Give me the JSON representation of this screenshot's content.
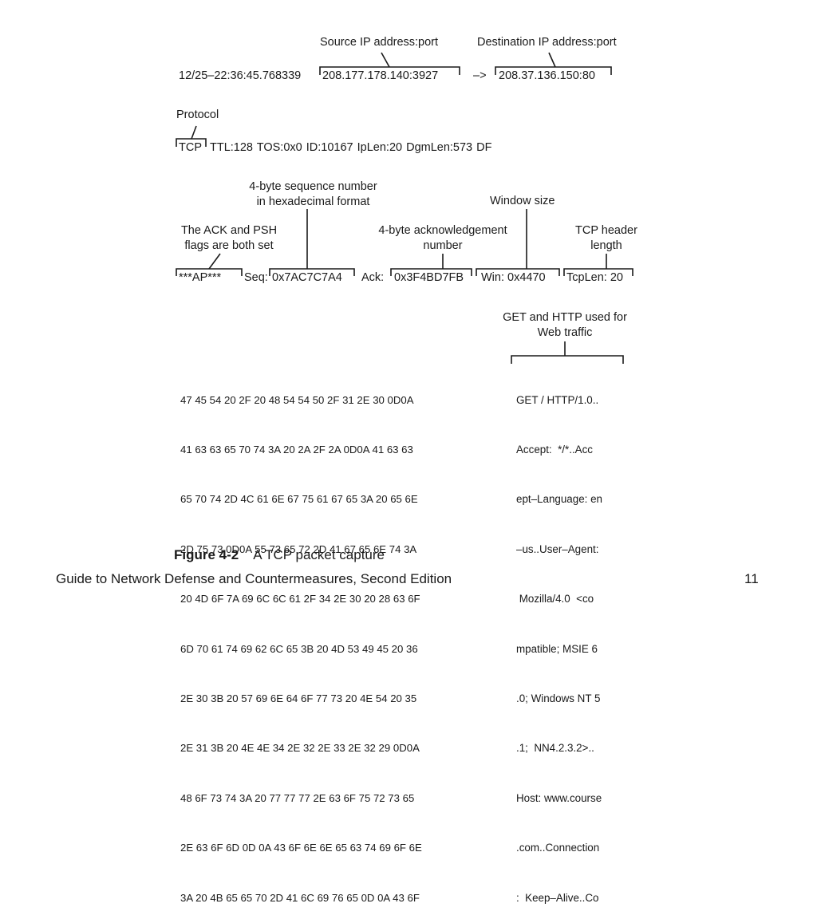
{
  "row1": {
    "label_source": "Source IP address:port",
    "label_destination": "Destination IP address:port",
    "timestamp": "12/25–22:36:45.768339",
    "source": "208.177.178.140:3927",
    "arrow": "–>",
    "destination": "208.37.136.150:80"
  },
  "row2": {
    "label_protocol": "Protocol",
    "protocol": "TCP",
    "fields": "TTL:128  TOS:0x0  ID:10167  IpLen:20  DgmLen:573  DF"
  },
  "row3": {
    "label_seq_1": "4-byte sequence number",
    "label_seq_2": "in hexadecimal format",
    "label_window": "Window size",
    "label_flags_1": "The ACK and PSH",
    "label_flags_2": "flags are both set",
    "label_ack_1": "4-byte acknowledgement",
    "label_ack_2": "number",
    "label_hdr_1": "TCP header",
    "label_hdr_2": "length",
    "flags": "***AP***",
    "seq_label": "Seq:",
    "seq": "0x7AC7C7A4",
    "ack_label": "Ack:",
    "ack": "0x3F4BD7FB",
    "win": "Win: 0x4470",
    "tcplen": "TcpLen: 20"
  },
  "payload": {
    "label_1": "GET and HTTP used for",
    "label_2": "Web traffic",
    "hex_lines": [
      "47 45 54 20 2F 20 48 54 54 50 2F 31 2E 30 0D0A",
      "41 63 63 65 70 74 3A 20 2A 2F 2A 0D0A 41 63 63",
      "65 70 74 2D 4C 61 6E 67 75 61 67 65 3A 20 65 6E",
      "2D 75 73 0D0A 55 73 65 72 2D 41 67 65 6E 74 3A",
      "20 4D 6F 7A 69 6C 6C 61 2F 34 2E 30 20 28 63 6F",
      "6D 70 61 74 69 62 6C 65 3B 20 4D 53 49 45 20 36",
      "2E 30 3B 20 57 69 6E 64 6F 77 73 20 4E 54 20 35",
      "2E 31 3B 20 4E 4E 34 2E 32 2E 33 2E 32 29 0D0A",
      "48 6F 73 74 3A 20 77 77 77 2E 63 6F 75 72 73 65",
      "2E 63 6F 6D 0D 0A 43 6F 6E 6E 65 63 74 69 6F 6E",
      "3A 20 4B 65 65 70 2D 41 6C 69 76 65 0D 0A 43 6F"
    ],
    "ascii_lines": [
      "GET / HTTP/1.0..",
      "Accept:  */*..Acc",
      "ept–Language: en",
      "–us..User–Agent:",
      " Mozilla/4.0  <co",
      "mpatible; MSIE 6",
      ".0; Windows NT 5",
      ".1;  NN4.2.3.2>..",
      "Host: www.course",
      ".com..Connection",
      ":  Keep–Alive..Co"
    ]
  },
  "caption": {
    "figure": "Figure 4-2",
    "title": "A TCP packet capture"
  },
  "footer": {
    "book": "Guide to Network Defense and Countermeasures, Second Edition",
    "page": "11"
  }
}
